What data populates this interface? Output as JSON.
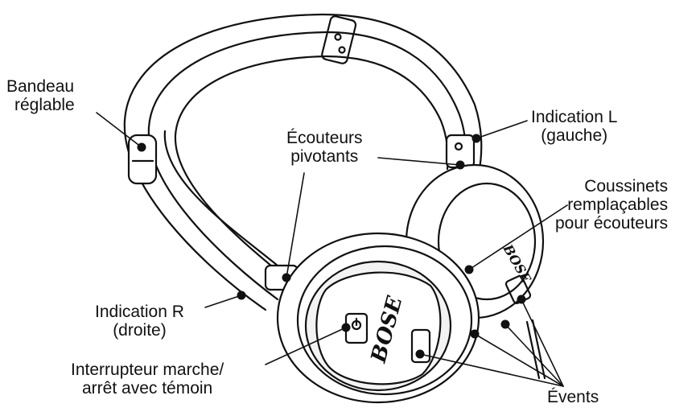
{
  "labels": {
    "headband": {
      "line1": "Bandeau",
      "line2": "réglable"
    },
    "swivel": {
      "line1": "Écouteurs",
      "line2": "pivotants"
    },
    "left_indicator": {
      "line1": "Indication L",
      "line2": "(gauche)"
    },
    "cushions": {
      "line1": "Coussinets",
      "line2": "remplaçables",
      "line3": "pour écouteurs"
    },
    "right_indicator": {
      "line1": "Indication R",
      "line2": "(droite)"
    },
    "power_switch": {
      "line1": "Interrupteur marche/",
      "line2": "arrêt avec témoin"
    },
    "vents": {
      "line1": "Évents"
    }
  },
  "logo_text": "BOSE",
  "colors": {
    "ink": "#111111",
    "paper": "#ffffff",
    "shade": "#e9e9e9"
  }
}
